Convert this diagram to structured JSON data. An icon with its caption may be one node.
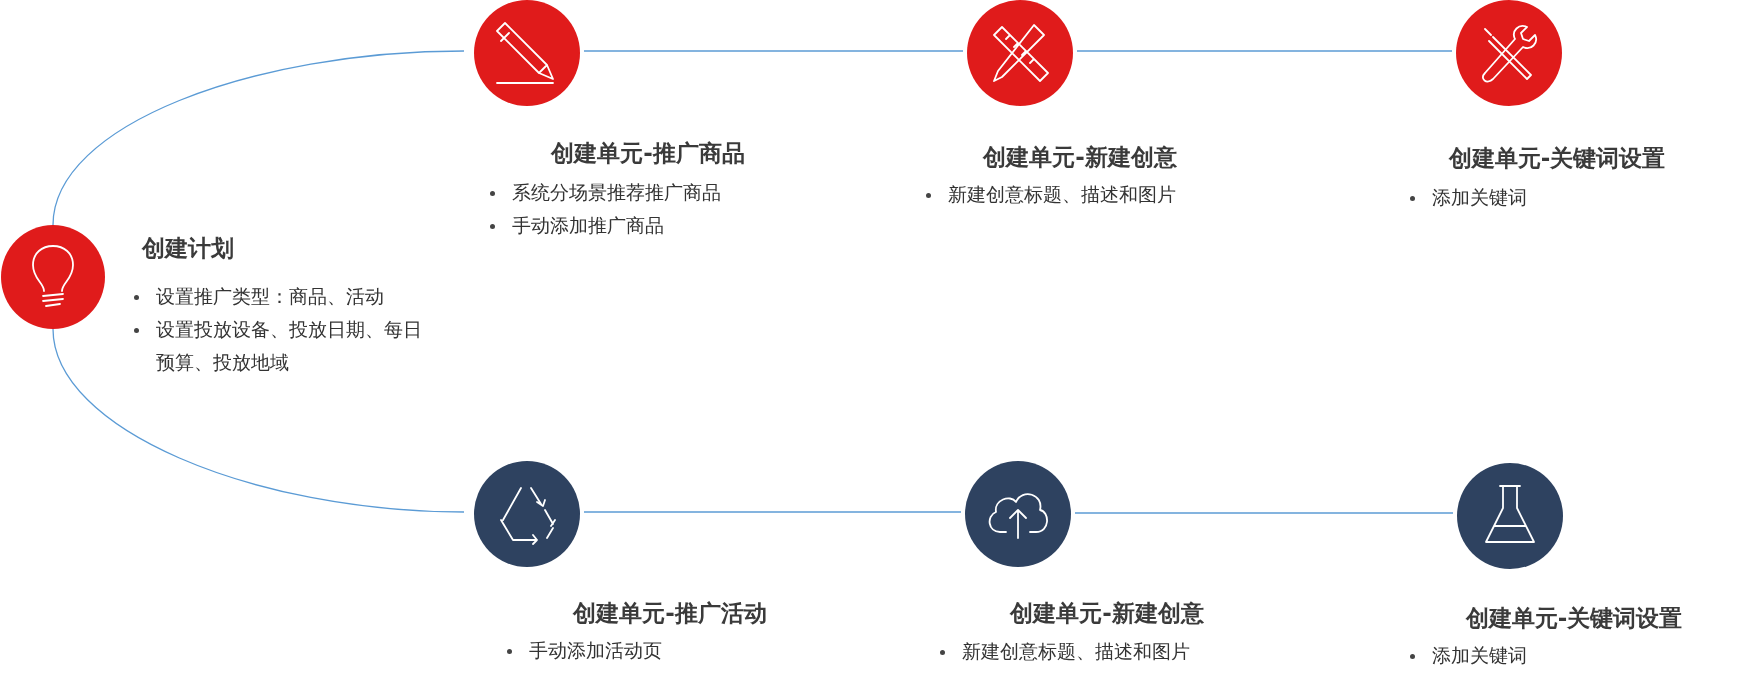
{
  "diagram": {
    "nodes": [
      {
        "text": [
          "创建计划",
          "设置推广类型：商品、活动",
          "设置投放设备、投放日期、每日预算、投放地域"
        ]
      },
      {
        "text": [
          "创建单元-推广商品",
          "系统分场景推荐推广商品",
          "手动添加推广商品"
        ]
      },
      {
        "text": [
          "创建单元-新建创意",
          "新建创意标题、描述和图片"
        ]
      },
      {
        "text": [
          "创建单元-关键词设置",
          "添加关键词"
        ]
      },
      {
        "text": [
          "创建单元-推广活动",
          "手动添加活动页"
        ]
      },
      {
        "text": [
          "创建单元-新建创意",
          "新建创意标题、描述和图片"
        ]
      },
      {
        "text": [
          "创建单元-关键词设置",
          "添加关键词"
        ]
      }
    ],
    "edges": [
      {
        "from": 0,
        "to": 1,
        "arrow": "none"
      },
      {
        "from": 1,
        "to": 2,
        "arrow": "none"
      },
      {
        "from": 2,
        "to": 3,
        "arrow": "none"
      },
      {
        "from": 0,
        "to": 4,
        "arrow": "none"
      },
      {
        "from": 4,
        "to": 5,
        "arrow": "none"
      },
      {
        "from": 5,
        "to": 6,
        "arrow": "none"
      }
    ]
  }
}
